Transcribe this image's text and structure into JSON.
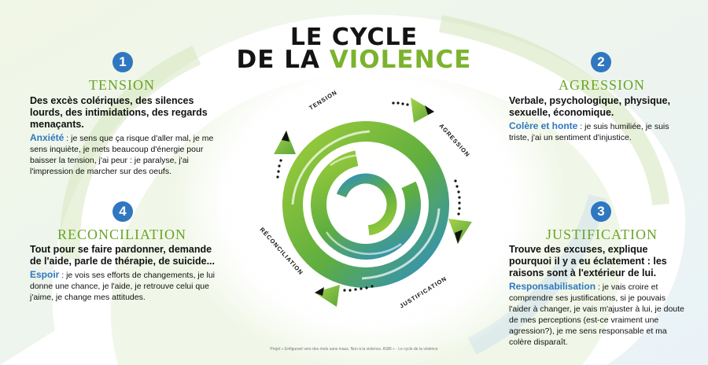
{
  "title": {
    "line1": "LE CYCLE",
    "line2_prefix": "DE LA ",
    "line2_accent": "VIOLENCE"
  },
  "colors": {
    "green": "#7cb32e",
    "blue": "#2f77c0",
    "dark": "#141414"
  },
  "stages": [
    {
      "number": "1",
      "heading": "TENSION",
      "lead": "Des excès colériques, des silences lourds, des intimidations, des regards menaçants.",
      "keyword": "Anxiété",
      "detail": " : je sens que ça risque d'aller mal, je me sens inquiète, je mets beaucoup d'énergie pour baisser la tension, j'ai peur : je paralyse, j'ai l'impression de marcher sur des oeufs."
    },
    {
      "number": "2",
      "heading": "AGRESSION",
      "lead": "Verbale, psychologique, physique, sexuelle, économique.",
      "keyword": "Colère et honte",
      "detail": " : je suis humiliée, je suis triste, j'ai un sentiment d'injustice."
    },
    {
      "number": "3",
      "heading": "JUSTIFICATION",
      "lead": "Trouve des excuses, explique pourquoi il y a eu éclatement : les raisons sont à l'extérieur de lui.",
      "keyword": "Responsabilisation",
      "detail": " : je vais croire et comprendre ses justifications, si je pouvais l'aider à changer, je vais m'ajuster à lui, je doute de mes perceptions (est-ce vraiment une agression?), je me sens responsable et ma colère disparaît."
    },
    {
      "number": "4",
      "heading": "RECONCILIATION",
      "lead": "Tout pour se faire pardonner, demande de l'aide, parle de thérapie, de suicide...",
      "keyword": "Espoir",
      "detail": " : je vois ses efforts de changements, je lui donne une chance, je l'aide, je retrouve celui que j'aime, je change mes attitudes."
    }
  ],
  "cycle_labels": {
    "tension": "TENSION",
    "agression": "AGRESSION",
    "justification": "JUSTIFICATION",
    "reconciliation": "RÉCONCILIATION"
  },
  "footnote": "Projet « Enfigurant vers des mots sans maux. Non à la violence. ASBl » · Le cycle de la violence"
}
